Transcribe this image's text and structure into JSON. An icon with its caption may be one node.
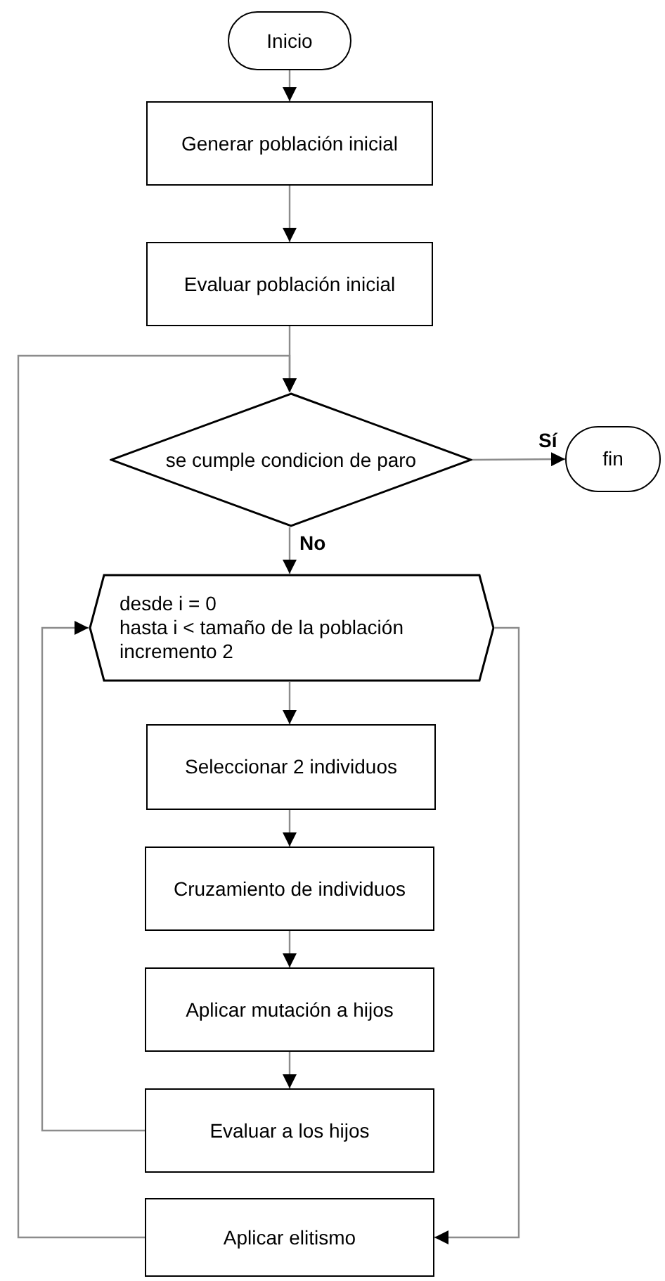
{
  "diagram": {
    "nodes": [
      {
        "text": [
          "Inicio"
        ]
      },
      {
        "text": [
          "Generar población inicial"
        ]
      },
      {
        "text": [
          "Evaluar población inicial"
        ]
      },
      {
        "text": [
          "se cumple condicion de paro"
        ]
      },
      {
        "text": [
          "fin"
        ]
      },
      {
        "text": [
          "desde i = 0",
          "hasta i < tamaño de la población",
          "incremento 2"
        ]
      },
      {
        "text": [
          "Seleccionar 2 individuos"
        ]
      },
      {
        "text": [
          "Cruzamiento de individuos"
        ]
      },
      {
        "text": [
          "Aplicar mutación a hijos"
        ]
      },
      {
        "text": [
          "Evaluar a los hijos"
        ]
      },
      {
        "text": [
          "Aplicar elitismo"
        ]
      }
    ],
    "edges": [
      {
        "from": 0,
        "to": 1,
        "arrow": "to"
      },
      {
        "from": 1,
        "to": 2,
        "arrow": "to"
      },
      {
        "from": 2,
        "to": 3,
        "arrow": "to"
      },
      {
        "from": 3,
        "to": 4,
        "arrow": "to",
        "label": "Sí"
      },
      {
        "from": 3,
        "to": 5,
        "arrow": "to",
        "label": "No"
      },
      {
        "from": 5,
        "to": 6,
        "arrow": "to"
      },
      {
        "from": 6,
        "to": 7,
        "arrow": "to"
      },
      {
        "from": 7,
        "to": 8,
        "arrow": "to"
      },
      {
        "from": 8,
        "to": 9,
        "arrow": "to"
      },
      {
        "from": 9,
        "to": 5,
        "arrow": "to"
      },
      {
        "from": 5,
        "to": 10,
        "arrow": "to"
      },
      {
        "from": 10,
        "to": 3,
        "arrow": "to"
      }
    ]
  }
}
